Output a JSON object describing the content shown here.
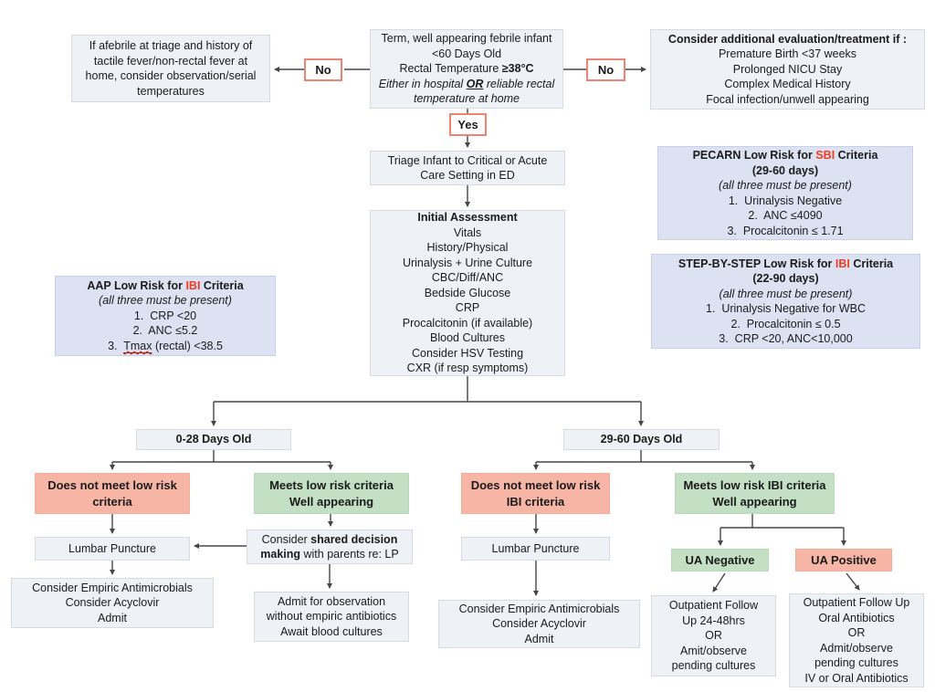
{
  "colors": {
    "risk_red": "#f23b22",
    "pink_box": "#f6b5a5",
    "green_box": "#c3dfc4",
    "tag_border": "#ec8374",
    "plain_box_bg": "#eef1f6",
    "criteria_box_bg": "#dce2f1",
    "arrow": "#43464b"
  },
  "nodes": {
    "afebrile": {
      "lines": [
        [
          {
            "t": "If afebrile at triage and history of"
          }
        ],
        [
          {
            "t": "tactile fever/non-rectal fever at"
          }
        ],
        [
          {
            "t": "home, consider observation/serial"
          }
        ],
        [
          {
            "t": "temperatures"
          }
        ]
      ]
    },
    "no_left": {
      "lines": [
        [
          {
            "t": "No",
            "b": 1
          }
        ]
      ]
    },
    "root": {
      "lines": [
        [
          {
            "t": "Term, well appearing febrile infant"
          }
        ],
        [
          {
            "t": "<60 Days Old"
          }
        ],
        [
          {
            "t": "Rectal Temperature "
          },
          {
            "t": "≥38°C",
            "b": 1
          }
        ],
        [
          {
            "t": "Either in hospital ",
            "i": 1
          },
          {
            "t": "OR",
            "b": 1,
            "i": 1,
            "u": 1
          },
          {
            "t": " reliable rectal",
            "i": 1
          }
        ],
        [
          {
            "t": "temperature at home",
            "i": 1
          }
        ]
      ]
    },
    "no_right": {
      "lines": [
        [
          {
            "t": "No",
            "b": 1
          }
        ]
      ]
    },
    "additional": {
      "lines": [
        [
          {
            "t": "Consider additional evaluation/treatment if :",
            "b": 1
          }
        ],
        [
          {
            "t": "Premature Birth <37 weeks"
          }
        ],
        [
          {
            "t": "Prolonged NICU Stay"
          }
        ],
        [
          {
            "t": "Complex Medical History"
          }
        ],
        [
          {
            "t": "Focal infection/unwell appearing"
          }
        ]
      ]
    },
    "yes": {
      "lines": [
        [
          {
            "t": "Yes",
            "b": 1
          }
        ]
      ]
    },
    "triage": {
      "lines": [
        [
          {
            "t": "Triage Infant to Critical or Acute"
          }
        ],
        [
          {
            "t": "Care Setting in ED"
          }
        ]
      ]
    },
    "assessment": {
      "lines": [
        [
          {
            "t": "Initial Assessment",
            "b": 1
          }
        ],
        [
          {
            "t": "Vitals"
          }
        ],
        [
          {
            "t": "History/Physical"
          }
        ],
        [
          {
            "t": "Urinalysis + Urine Culture"
          }
        ],
        [
          {
            "t": "CBC/Diff/ANC"
          }
        ],
        [
          {
            "t": "Bedside Glucose"
          }
        ],
        [
          {
            "t": "CRP"
          }
        ],
        [
          {
            "t": "Procalcitonin (if available)"
          }
        ],
        [
          {
            "t": "Blood Cultures"
          }
        ],
        [
          {
            "t": "Consider HSV Testing"
          }
        ],
        [
          {
            "t": "CXR (if resp symptoms)"
          }
        ]
      ]
    },
    "pecarn": {
      "lines": [
        [
          {
            "t": "PECARN Low Risk for ",
            "b": 1
          },
          {
            "t": "SBI",
            "b": 1,
            "r": 1
          },
          {
            "t": " Criteria",
            "b": 1
          }
        ],
        [
          {
            "t": "(29-60 days)",
            "b": 1
          }
        ],
        [
          {
            "t": "(all three must be present)",
            "i": 1
          }
        ],
        [
          {
            "t": "1.  Urinalysis Negative"
          }
        ],
        [
          {
            "t": "2.  ANC ≤4090"
          }
        ],
        [
          {
            "t": "3.  Procalcitonin ≤ 1.71"
          }
        ]
      ]
    },
    "step": {
      "lines": [
        [
          {
            "t": "STEP-BY-STEP Low Risk for ",
            "b": 1
          },
          {
            "t": "IBI",
            "b": 1,
            "r": 1
          },
          {
            "t": " Criteria",
            "b": 1
          }
        ],
        [
          {
            "t": "(22-90 days)",
            "b": 1
          }
        ],
        [
          {
            "t": "(all three must be present)",
            "i": 1
          }
        ],
        [
          {
            "t": "1.  Urinalysis Negative for WBC"
          }
        ],
        [
          {
            "t": "2.  Procalcitonin ≤ 0.5"
          }
        ],
        [
          {
            "t": "3.  CRP <20, ANC<10,000"
          }
        ]
      ]
    },
    "aap": {
      "lines": [
        [
          {
            "t": "AAP Low Risk for ",
            "b": 1
          },
          {
            "t": "IBI",
            "b": 1,
            "r": 1
          },
          {
            "t": " Criteria",
            "b": 1
          }
        ],
        [
          {
            "t": "(all three must be present)",
            "i": 1
          }
        ],
        [
          {
            "t": "1.  CRP <20"
          }
        ],
        [
          {
            "t": "2.  ANC ≤5.2"
          }
        ],
        [
          {
            "t": "3.  "
          },
          {
            "t": "Tmax",
            "w": 1
          },
          {
            "t": " (rectal) <38.5"
          }
        ]
      ]
    },
    "age_0_28": {
      "lines": [
        [
          {
            "t": "0-28 Days Old",
            "b": 1
          }
        ]
      ]
    },
    "age_29_60": {
      "lines": [
        [
          {
            "t": "29-60 Days Old",
            "b": 1
          }
        ]
      ]
    },
    "no_low_risk_0_28": {
      "lines": [
        [
          {
            "t": "Does not meet low risk"
          }
        ],
        [
          {
            "t": "criteria"
          }
        ]
      ]
    },
    "low_risk_0_28": {
      "lines": [
        [
          {
            "t": "Meets low risk criteria"
          }
        ],
        [
          {
            "t": "Well appearing"
          }
        ]
      ]
    },
    "no_low_risk_29_60": {
      "lines": [
        [
          {
            "t": "Does not meet low risk"
          }
        ],
        [
          {
            "t": "IBI criteria"
          }
        ]
      ]
    },
    "low_risk_29_60": {
      "lines": [
        [
          {
            "t": "Meets low risk IBI criteria"
          }
        ],
        [
          {
            "t": "Well appearing"
          }
        ]
      ]
    },
    "lp_left": {
      "lines": [
        [
          {
            "t": "Lumbar Puncture"
          }
        ]
      ]
    },
    "shared": {
      "lines": [
        [
          {
            "t": "Consider "
          },
          {
            "t": "shared decision",
            "b": 1
          }
        ],
        [
          {
            "t": "making",
            "b": 1
          },
          {
            "t": " with parents re: LP"
          }
        ]
      ]
    },
    "empiric_left": {
      "lines": [
        [
          {
            "t": "Consider Empiric Antimicrobials"
          }
        ],
        [
          {
            "t": "Consider Acyclovir"
          }
        ],
        [
          {
            "t": "Admit"
          }
        ]
      ]
    },
    "admit_obs": {
      "lines": [
        [
          {
            "t": "Admit for observation"
          }
        ],
        [
          {
            "t": "without empiric antibiotics"
          }
        ],
        [
          {
            "t": "Await blood cultures"
          }
        ]
      ]
    },
    "lp_right": {
      "lines": [
        [
          {
            "t": "Lumbar Puncture"
          }
        ]
      ]
    },
    "empiric_right": {
      "lines": [
        [
          {
            "t": "Consider Empiric Antimicrobials"
          }
        ],
        [
          {
            "t": "Consider Acyclovir"
          }
        ],
        [
          {
            "t": "Admit"
          }
        ]
      ]
    },
    "ua_neg": {
      "lines": [
        [
          {
            "t": "UA Negative",
            "b": 1
          }
        ]
      ]
    },
    "ua_pos": {
      "lines": [
        [
          {
            "t": "UA Positive",
            "b": 1
          }
        ]
      ]
    },
    "outcome_neg": {
      "lines": [
        [
          {
            "t": "Outpatient Follow"
          }
        ],
        [
          {
            "t": "Up 24-48hrs"
          }
        ],
        [
          {
            "t": "OR"
          }
        ],
        [
          {
            "t": "Amit/observe"
          }
        ],
        [
          {
            "t": "pending cultures"
          }
        ]
      ]
    },
    "outcome_pos": {
      "lines": [
        [
          {
            "t": "Outpatient Follow Up"
          }
        ],
        [
          {
            "t": "Oral Antibiotics"
          }
        ],
        [
          {
            "t": "OR"
          }
        ],
        [
          {
            "t": "Admit/observe"
          }
        ],
        [
          {
            "t": "pending cultures"
          }
        ],
        [
          {
            "t": "IV or Oral Antibiotics"
          }
        ]
      ]
    }
  }
}
